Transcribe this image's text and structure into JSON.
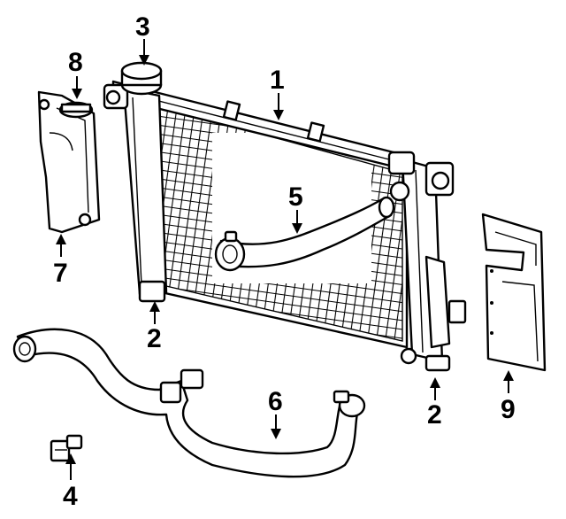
{
  "diagram": {
    "callouts": [
      {
        "id": "1",
        "label": "1"
      },
      {
        "id": "2a",
        "label": "2"
      },
      {
        "id": "2b",
        "label": "2"
      },
      {
        "id": "3",
        "label": "3"
      },
      {
        "id": "4",
        "label": "4"
      },
      {
        "id": "5",
        "label": "5"
      },
      {
        "id": "6",
        "label": "6"
      },
      {
        "id": "7",
        "label": "7"
      },
      {
        "id": "8",
        "label": "8"
      },
      {
        "id": "9",
        "label": "9"
      }
    ]
  }
}
